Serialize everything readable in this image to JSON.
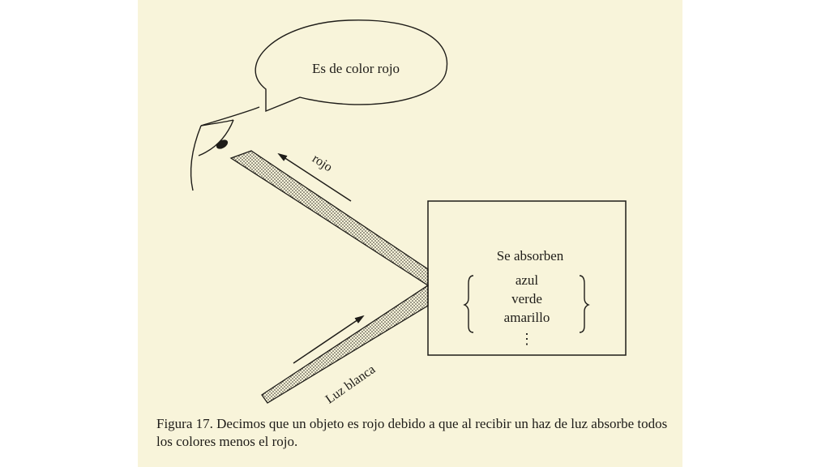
{
  "diagram": {
    "speech_bubble_text": "Es de color rojo",
    "reflected_ray_label": "rojo",
    "incident_ray_label": "Luz blanca",
    "box": {
      "title": "Se absorben",
      "items": [
        "azul",
        "verde",
        "amarillo"
      ],
      "continuation": "⋮"
    }
  },
  "caption": "Figura 17. Decimos que un objeto es rojo debido a que al recibir un haz de luz absorbe todos los colores menos el rojo.",
  "colors": {
    "paper": "#f8f4da",
    "ink": "#1e1c18"
  }
}
